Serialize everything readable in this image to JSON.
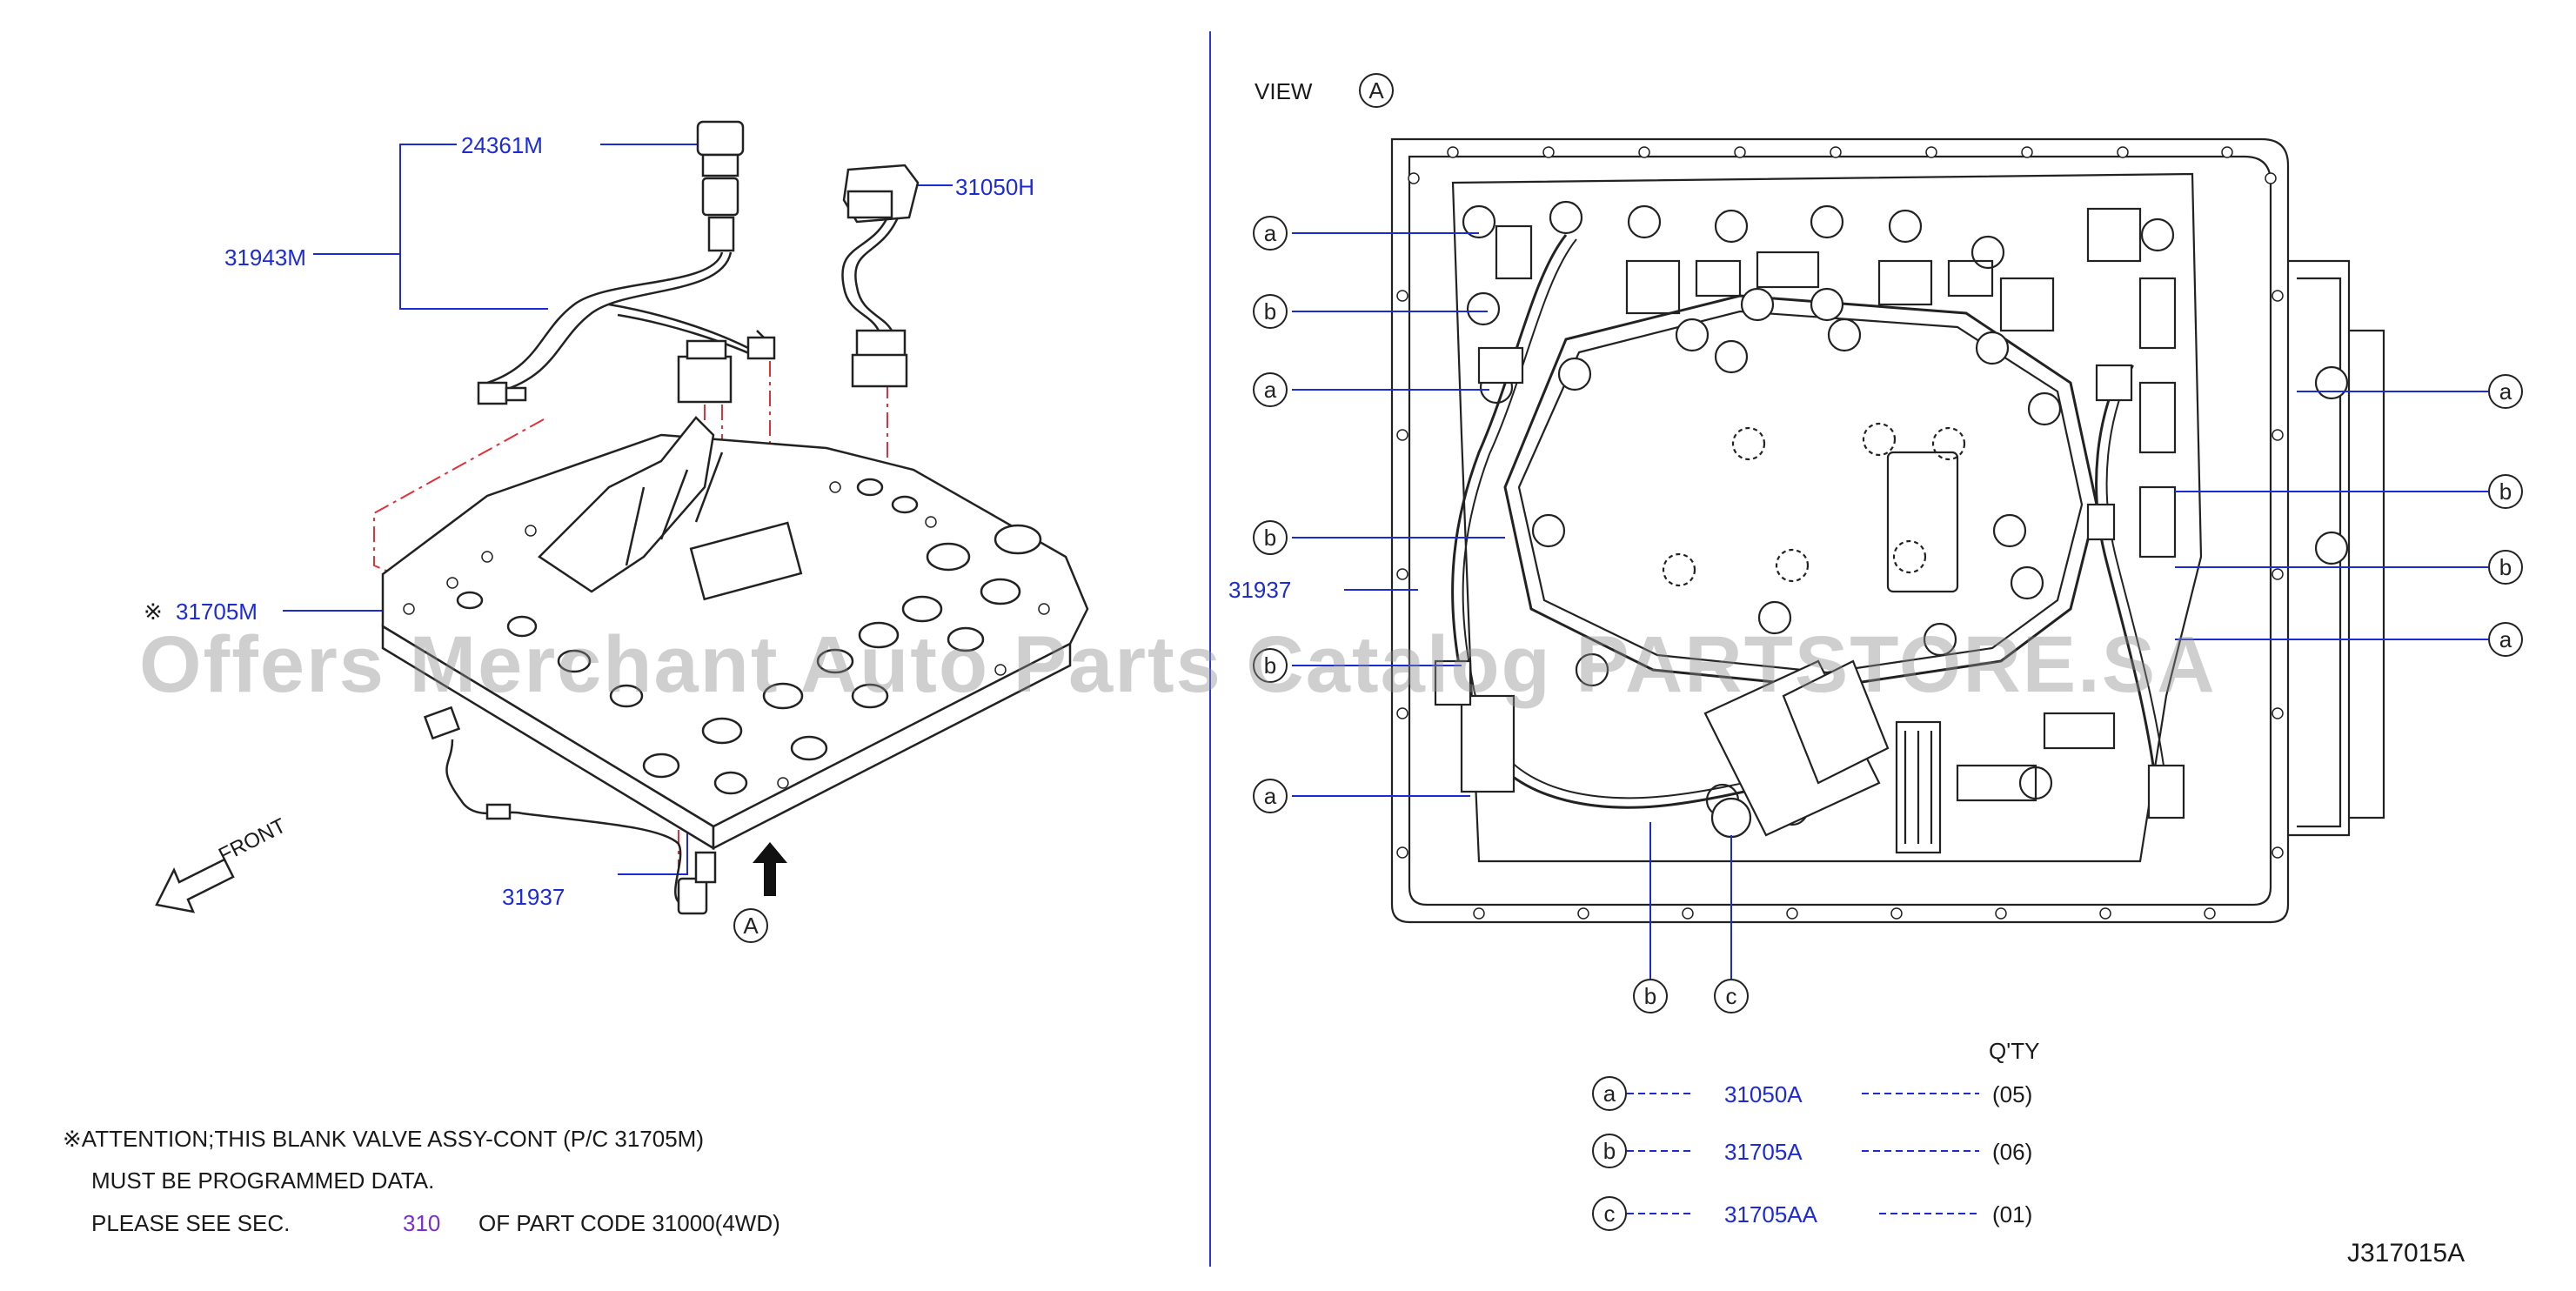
{
  "left": {
    "part_labels": {
      "p24361m": "24361M",
      "p31943m": "31943M",
      "p31050h": "31050H",
      "p31705m_mark": "※",
      "p31705m": "31705M",
      "p31937": "31937"
    },
    "front_label": "FRONT",
    "view_marker": "A"
  },
  "notes": {
    "line1": "※ATTENTION;THIS  BLANK  VALVE  ASSY-CONT  (P/C  31705M)",
    "line2": "MUST  BE  PROGRAMMED  DATA.",
    "line3_a": "PLEASE  SEE  SEC.",
    "line3_sec": "310",
    "line3_b": "OF  PART  CODE  31000(4WD)"
  },
  "right": {
    "view_label": "VIEW",
    "view_marker": "A",
    "p31937": "31937",
    "callout_a": "a",
    "callout_b": "b",
    "callout_c": "c"
  },
  "qty_table": {
    "header": "Q'TY",
    "rows": [
      {
        "key": "a",
        "part": "31050A",
        "qty": "(05)"
      },
      {
        "key": "b",
        "part": "31705A",
        "qty": "(06)"
      },
      {
        "key": "c",
        "part": "31705AA",
        "qty": "(01)"
      }
    ]
  },
  "drawing_code": "J317015A",
  "watermark": "Offers Merchant Auto Parts Catalog PARTSTORE.SA"
}
